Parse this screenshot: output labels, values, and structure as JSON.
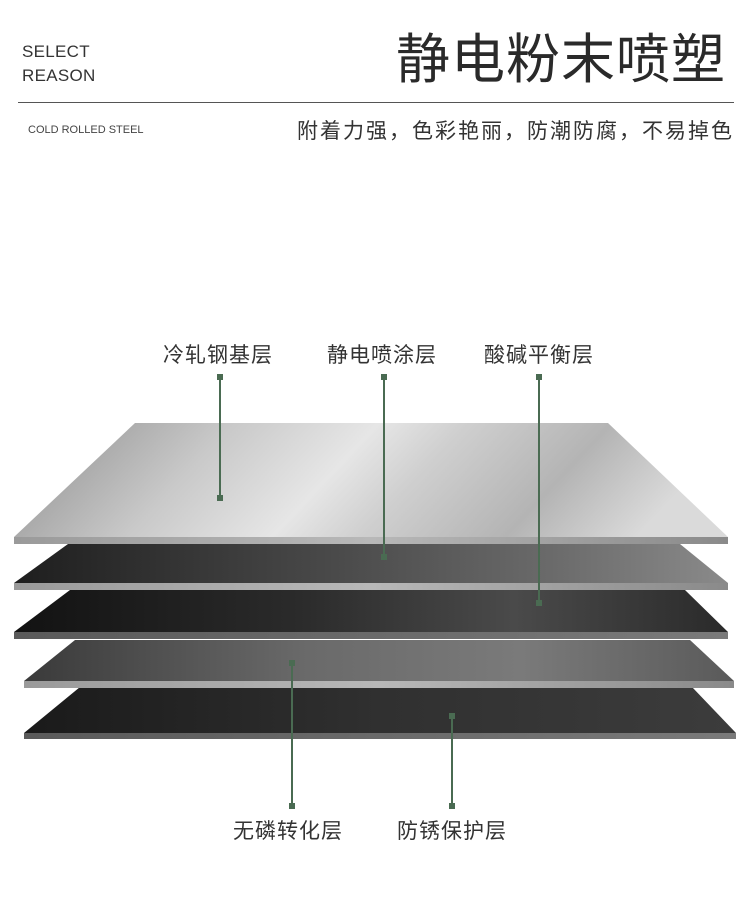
{
  "header": {
    "select_line1": "SELECT",
    "select_line2": "REASON",
    "title": "静电粉末喷塑",
    "material_en": "COLD ROLLED STEEL",
    "subtitle": "附着力强，色彩艳丽，防潮防腐，不易掉色"
  },
  "layers": {
    "top_labels": [
      "冷轧钢基层",
      "静电喷涂层",
      "酸碱平衡层"
    ],
    "bottom_labels": [
      "无磷转化层",
      "防锈保护层"
    ]
  },
  "colors": {
    "leader_line": "#4a6b52",
    "rule": "#555555"
  }
}
